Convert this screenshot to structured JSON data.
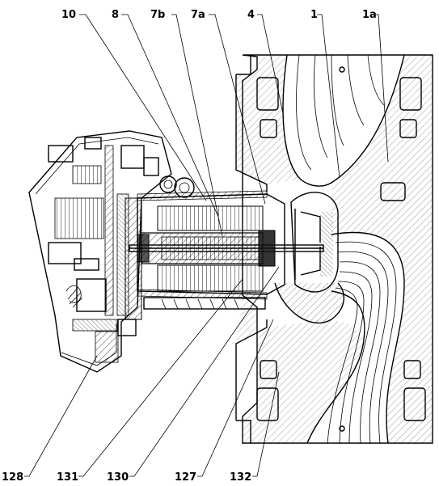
{
  "figure": {
    "top_labels": [
      "10",
      "8",
      "7b",
      "7a",
      "4",
      "1",
      "1a"
    ],
    "bottom_labels": [
      "128",
      "131",
      "130",
      "127",
      "132"
    ]
  }
}
